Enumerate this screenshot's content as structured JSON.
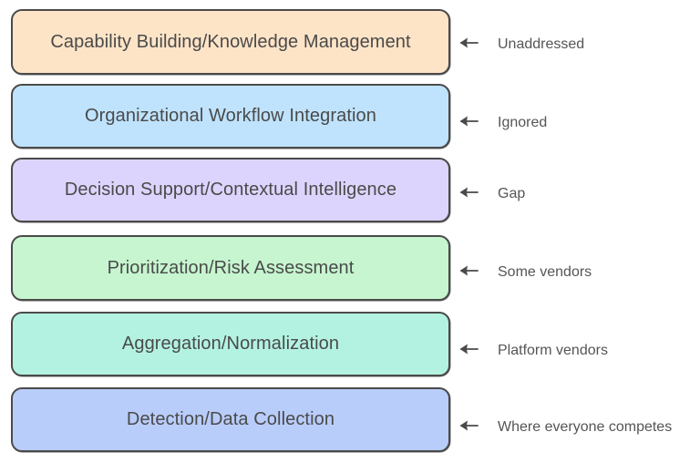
{
  "layers": [
    {
      "label": "Capability Building/Knowledge Management",
      "note": "Unaddressed",
      "fill": "#fde4c7"
    },
    {
      "label": "Organizational Workflow Integration",
      "note": "Ignored",
      "fill": "#bfe3fc"
    },
    {
      "label": "Decision Support/Contextual Intelligence",
      "note": "Gap",
      "fill": "#ddd4fd"
    },
    {
      "label": "Prioritization/Risk Assessment",
      "note": "Some vendors",
      "fill": "#c6f5cf"
    },
    {
      "label": "Aggregation/Normalization",
      "note": "Platform vendors",
      "fill": "#b3f2e1"
    },
    {
      "label": "Detection/Data Collection",
      "note": "Where everyone competes",
      "fill": "#b9cdfb"
    }
  ],
  "icons": {
    "arrow": "arrow-left-icon"
  },
  "colors": {
    "stroke": "#4a4a4a",
    "note_text": "#555555"
  }
}
